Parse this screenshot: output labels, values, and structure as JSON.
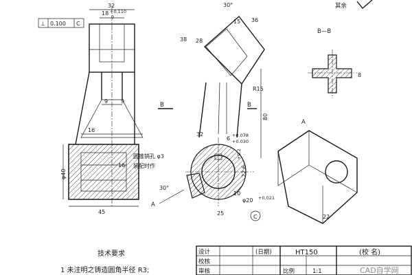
{
  "views": {
    "front": {
      "dims": {
        "width_top": "32",
        "slot": "18",
        "slot_tol_upper": "+0.110",
        "slot_tol_lower": "0",
        "web": "9",
        "rib": "16",
        "bore": "16",
        "diameter": "φ40",
        "base_len": "45"
      },
      "tolerance_frame": {
        "symbol": "⊥",
        "value": "0.100",
        "datum": "C"
      }
    },
    "section_bb": {
      "title": "B—B",
      "dim": "8"
    },
    "main": {
      "dims": {
        "angle_top": "30°",
        "d15": "15",
        "d36": "36",
        "d38": "38",
        "d28": "28",
        "r15": "R15",
        "d80": "80",
        "d32": "32",
        "bore_dim": "6",
        "bore_upper": "+0.078",
        "bore_lower": "+0.030",
        "d22_6": "22.6",
        "d22_6_tol": "+0.2",
        "d10": "10",
        "d25": "25",
        "phi20": "φ20",
        "phi20_tol": "+0.021",
        "angle_30": "30°"
      },
      "notes": {
        "pin_hole": "圆锥销孔 φ3",
        "assembly": "装配时作"
      },
      "section_mark": "B",
      "view_mark_a": "A",
      "datum_c": "C"
    },
    "iso": {
      "label": "A",
      "d22": "22"
    }
  },
  "surface_note": "其余",
  "tech_req": {
    "title": "技术要求",
    "item1": "1 未注明之铸造圆角半径 R3;"
  },
  "title_block": {
    "design": "设计",
    "date": "(日期)",
    "material": "HT150",
    "school": "(校 名)",
    "check": "校核",
    "scale_label": "比例",
    "scale_value": "1:1",
    "review": "审核"
  },
  "watermark": "CAD自学网"
}
